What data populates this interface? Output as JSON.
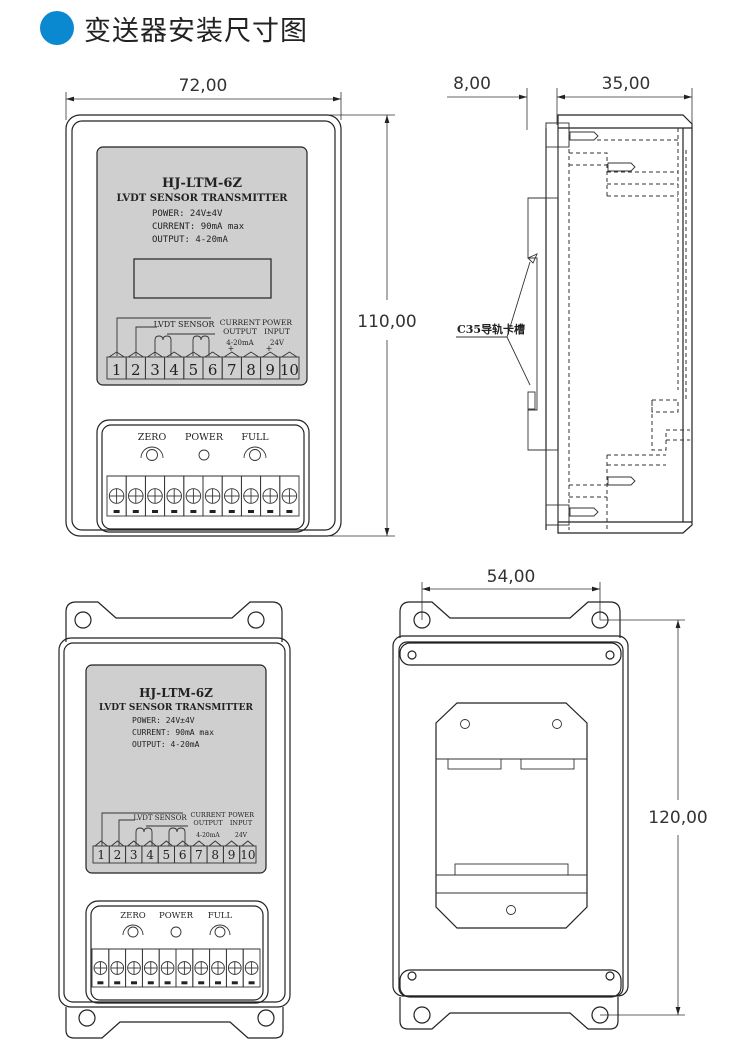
{
  "header": {
    "title": "变送器安装尺寸图",
    "bullet_color": "#0a88d0"
  },
  "dimensions": {
    "front_width": "72,00",
    "front_height": "110,00",
    "side_rail_offset": "8,00",
    "side_depth": "35,00",
    "hole_spacing": "54,00",
    "back_height": "120,00"
  },
  "side_view": {
    "rail_label": "C35导轨卡槽"
  },
  "device": {
    "model": "HJ-LTM-6Z",
    "subtitle": "LVDT SENSOR TRANSMITTER",
    "spec_power": "POWER:  24V±4V",
    "spec_current": "CURRENT: 90mA max",
    "spec_output": "OUTPUT: 4-20mA",
    "sensor_label": "LVDT SENSOR",
    "current_output_line1": "CURRENT",
    "current_output_line2": "OUTPUT",
    "current_range": "4-20mA",
    "power_input_line1": "POWER",
    "power_input_line2": "INPUT",
    "power_voltage": "24V",
    "plus": "+",
    "minus": "-",
    "terminals": [
      "1",
      "2",
      "3",
      "4",
      "5",
      "6",
      "7",
      "8",
      "9",
      "10"
    ],
    "knob_zero": "ZERO",
    "led_power": "POWER",
    "knob_full": "FULL"
  }
}
